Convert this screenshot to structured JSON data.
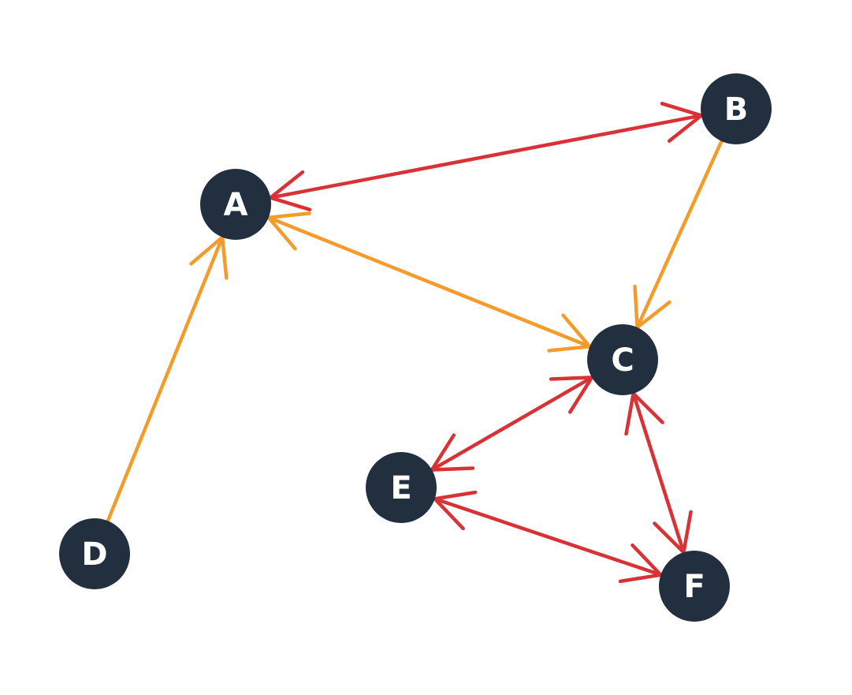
{
  "colors": {
    "node_fill": "#222f3e",
    "node_text": "#ffffff",
    "red": "#d93236",
    "orange": "#f39c2c",
    "background": "#ffffff"
  },
  "nodes": [
    {
      "id": "A",
      "label": "A"
    },
    {
      "id": "B",
      "label": "B"
    },
    {
      "id": "C",
      "label": "C"
    },
    {
      "id": "D",
      "label": "D"
    },
    {
      "id": "E",
      "label": "E"
    },
    {
      "id": "F",
      "label": "F"
    }
  ],
  "edges": [
    {
      "from": "A",
      "to": "B",
      "color": "red",
      "bidirectional": true
    },
    {
      "from": "B",
      "to": "C",
      "color": "orange",
      "bidirectional": false
    },
    {
      "from": "A",
      "to": "C",
      "color": "orange",
      "bidirectional": true
    },
    {
      "from": "D",
      "to": "A",
      "color": "orange",
      "bidirectional": false
    },
    {
      "from": "C",
      "to": "E",
      "color": "red",
      "bidirectional": true
    },
    {
      "from": "C",
      "to": "F",
      "color": "red",
      "bidirectional": true
    },
    {
      "from": "E",
      "to": "F",
      "color": "red",
      "bidirectional": true
    }
  ]
}
